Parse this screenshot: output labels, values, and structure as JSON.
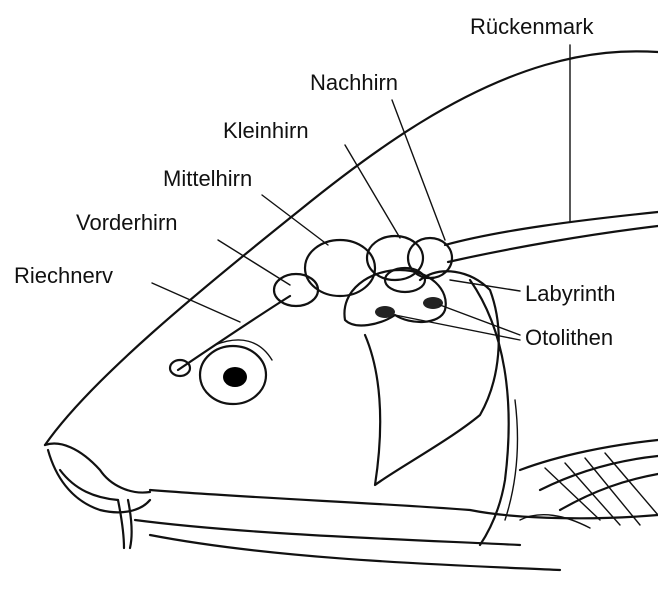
{
  "labels": {
    "rueckenmark": "Rückenmark",
    "nachhirn": "Nachhirn",
    "kleinhirn": "Kleinhirn",
    "mittelhirn": "Mittelhirn",
    "vorderhirn": "Vorderhirn",
    "riechnerv": "Riechnerv",
    "labyrinth": "Labyrinth",
    "otolithen": "Otolithen"
  },
  "colors": {
    "line": "#111111",
    "background": "#ffffff",
    "eye_fill": "#ffffff",
    "pupil": "#000000"
  }
}
